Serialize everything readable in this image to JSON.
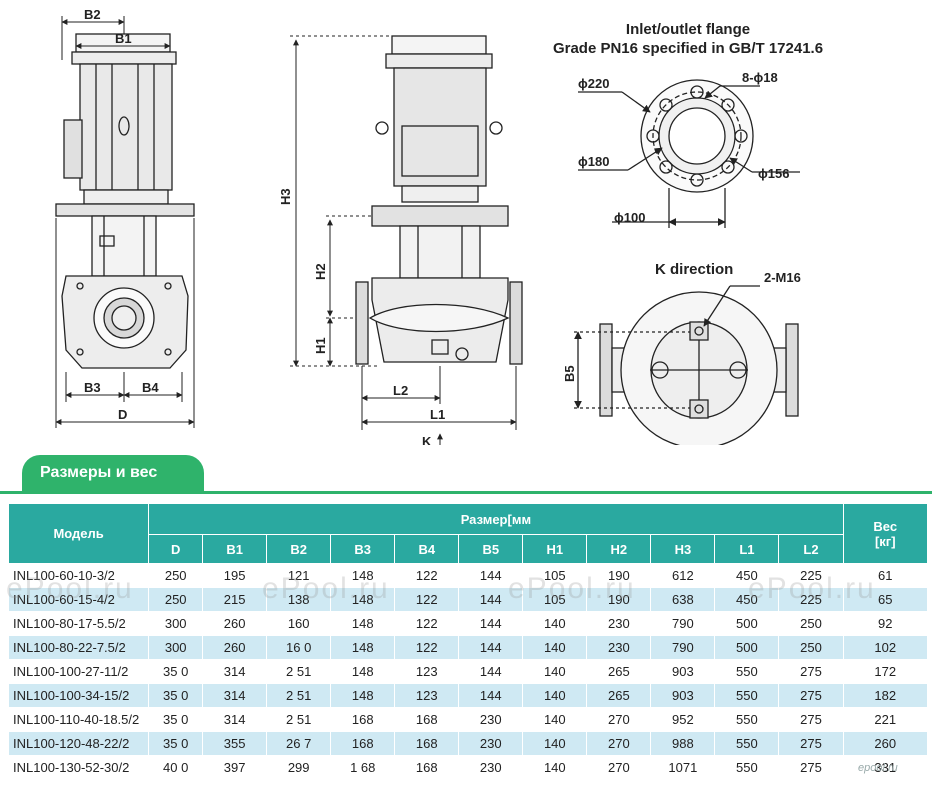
{
  "flange": {
    "title_line1": "Inlet/outlet flange",
    "title_line2": "Grade PN16 specified in GB/T 17241.6",
    "d220": "ϕ220",
    "bolts": "8-ϕ18",
    "d180": "ϕ180",
    "d156": "ϕ156",
    "d100": "ϕ100"
  },
  "kview": {
    "title": "K direction",
    "thread": "2-M16",
    "b5": "B5"
  },
  "front_labels": {
    "b2": "B2",
    "b1": "B1",
    "b3": "B3",
    "b4": "B4",
    "d": "D"
  },
  "side_labels": {
    "h3": "H3",
    "h2": "H2",
    "h1": "H1",
    "l2": "L2",
    "l1": "L1",
    "k": "K"
  },
  "section": {
    "title": "Размеры и вес"
  },
  "table": {
    "model_header": "Модель",
    "group_header": "Размер[мм",
    "weight_header_line1": "Вес",
    "weight_header_line2": "[кг]",
    "columns": [
      "D",
      "B1",
      "B2",
      "B3",
      "B4",
      "B5",
      "H1",
      "H2",
      "H3",
      "L1",
      "L2"
    ],
    "rows": [
      [
        "INL100-60-10-3/2",
        "250",
        "195",
        "121",
        "148",
        "122",
        "144",
        "105",
        "190",
        "612",
        "450",
        "225",
        "61"
      ],
      [
        "INL100-60-15-4/2",
        "250",
        "215",
        "138",
        "148",
        "122",
        "144",
        "105",
        "190",
        "638",
        "450",
        "225",
        "65"
      ],
      [
        "INL100-80-17-5.5/2",
        "300",
        "260",
        "160",
        "148",
        "122",
        "144",
        "140",
        "230",
        "790",
        "500",
        "250",
        "92"
      ],
      [
        "INL100-80-22-7.5/2",
        "300",
        "260",
        "16 0",
        "148",
        "122",
        "144",
        "140",
        "230",
        "790",
        "500",
        "250",
        "102"
      ],
      [
        "INL100-100-27-11/2",
        "35 0",
        "314",
        "2 51",
        "148",
        "123",
        "144",
        "140",
        "265",
        "903",
        "550",
        "275",
        "172"
      ],
      [
        "INL100-100-34-15/2",
        "35 0",
        "314",
        "2 51",
        "148",
        "123",
        "144",
        "140",
        "265",
        "903",
        "550",
        "275",
        "182"
      ],
      [
        "INL100-110-40-18.5/2",
        "35 0",
        "314",
        "2 51",
        "168",
        "168",
        "230",
        "140",
        "270",
        "952",
        "550",
        "275",
        "221"
      ],
      [
        "INL100-120-48-22/2",
        "35 0",
        "355",
        "26 7",
        "168",
        "168",
        "230",
        "140",
        "270",
        "988",
        "550",
        "275",
        "260"
      ],
      [
        "INL100-130-52-30/2",
        "40 0",
        "397",
        "299",
        "1 68",
        "168",
        "230",
        "140",
        "270",
        "1071",
        "550",
        "275",
        "331"
      ]
    ]
  },
  "watermark": {
    "text": "ePool.ru"
  },
  "brand": {
    "text": "epool.ru"
  }
}
